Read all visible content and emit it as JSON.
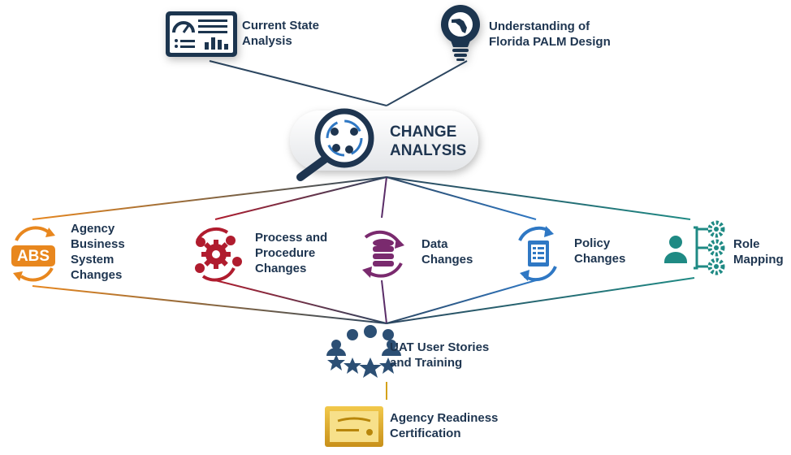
{
  "top_nodes": {
    "current_state": {
      "line1": "Current State",
      "line2": "Analysis",
      "icon": "dashboard-icon"
    },
    "understanding": {
      "line1": "Understanding of",
      "line2": "Florida PALM Design",
      "icon": "lightbulb-florida-icon"
    }
  },
  "center": {
    "line1": "CHANGE",
    "line2": "ANALYSIS",
    "icon": "magnifier-cycle-icon"
  },
  "middle_nodes": [
    {
      "lines": [
        "Agency",
        "Business",
        "System",
        "Changes"
      ],
      "icon": "abs-cycle-icon",
      "color": "#e8871e"
    },
    {
      "lines": [
        "Process and",
        "Procedure",
        "Changes"
      ],
      "icon": "gear-cycle-icon",
      "color": "#b01c2e"
    },
    {
      "lines": [
        "Data",
        "Changes"
      ],
      "icon": "database-cycle-icon",
      "color": "#7a2a6e"
    },
    {
      "lines": [
        "Policy",
        "Changes"
      ],
      "icon": "document-cycle-icon",
      "color": "#2f78c4"
    },
    {
      "lines": [
        "Role",
        "Mapping"
      ],
      "icon": "person-gears-icon",
      "color": "#1f8a84"
    }
  ],
  "bottom_nodes": {
    "uat": {
      "line1": "UAT User Stories",
      "line2": "and Training",
      "icon": "team-stars-icon"
    },
    "readiness": {
      "line1": "Agency Readiness",
      "line2": "Certification",
      "icon": "certificate-icon"
    }
  },
  "colors": {
    "navy": "#1e3550",
    "orange": "#e8871e",
    "red": "#b01c2e",
    "purple": "#7a2a6e",
    "blue": "#2f78c4",
    "teal": "#1f8a84",
    "gold": "#d4a21a"
  }
}
